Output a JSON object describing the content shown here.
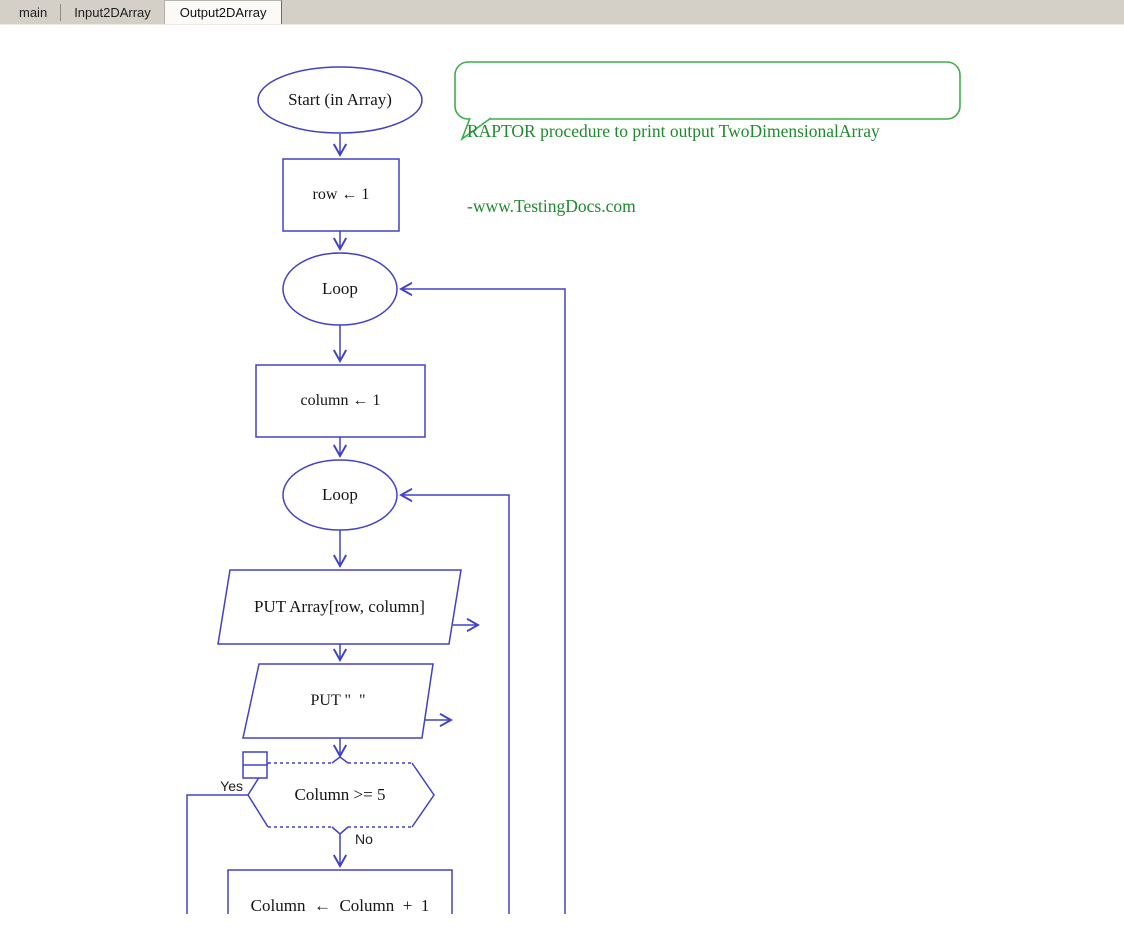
{
  "tab_bar": {
    "tabs": [
      {
        "label": "main"
      },
      {
        "label": "Input2DArray"
      },
      {
        "label": "Output2DArray"
      }
    ],
    "active_tab": "Output2DArray"
  },
  "comment": {
    "lines": [
      "RAPTOR procedure to print output TwoDimensionalArray",
      "-www.TestingDocs.com"
    ]
  },
  "flowchart": {
    "start_label": "Start (in Array)",
    "assign_row_label": "row ← 1",
    "outer_loop_label": "Loop",
    "assign_column_label": "column ← 1",
    "inner_loop_label": "Loop",
    "put_array_label": "PUT Array[row, column]",
    "put_space_label": "PUT \"  \"",
    "decision_label": "Column >= 5",
    "yes_label": "Yes",
    "no_label": "No",
    "increment_label": "Column  ←  Column  +  1"
  },
  "colors": {
    "shape_stroke": "#4040c8",
    "comment_border": "#3fae4a",
    "comment_text": "#1f8a2d"
  }
}
